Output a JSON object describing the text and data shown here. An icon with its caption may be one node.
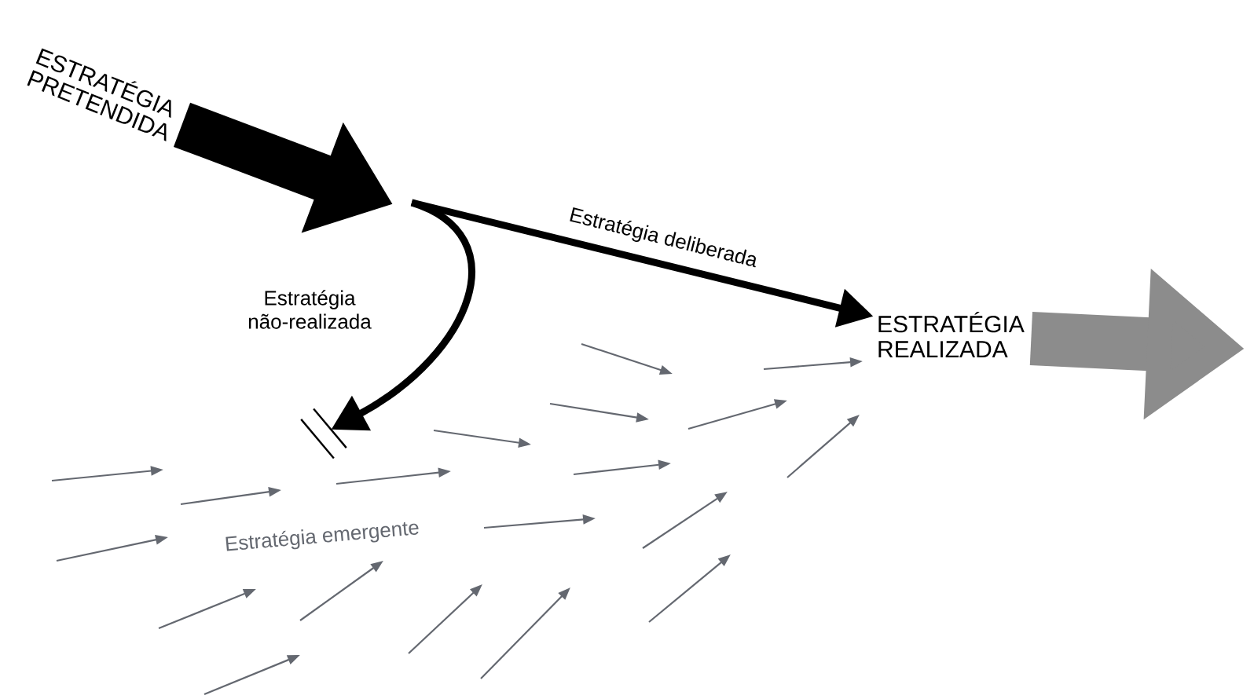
{
  "diagram": {
    "nodes": [
      {
        "text": [
          "ESTRATÉGIA PRETENDIDA"
        ]
      },
      {
        "text": [
          "ESTRATÉGIA REALIZADA"
        ]
      },
      {
        "text": [],
        "shape": "bar"
      }
    ],
    "edges": [
      {
        "from": 0,
        "to": null,
        "arrow": "to",
        "style": "thick"
      },
      {
        "from": null,
        "to": 1,
        "arrow": "to",
        "label": "Estratégia deliberada"
      },
      {
        "from": null,
        "to": 2,
        "arrow": "to",
        "label": "Estratégia não-realizada"
      },
      {
        "from": 1,
        "to": null,
        "arrow": "to",
        "style": "thick",
        "color": "#8c8c8c"
      }
    ],
    "labels": [
      "Estratégia emergente"
    ]
  }
}
